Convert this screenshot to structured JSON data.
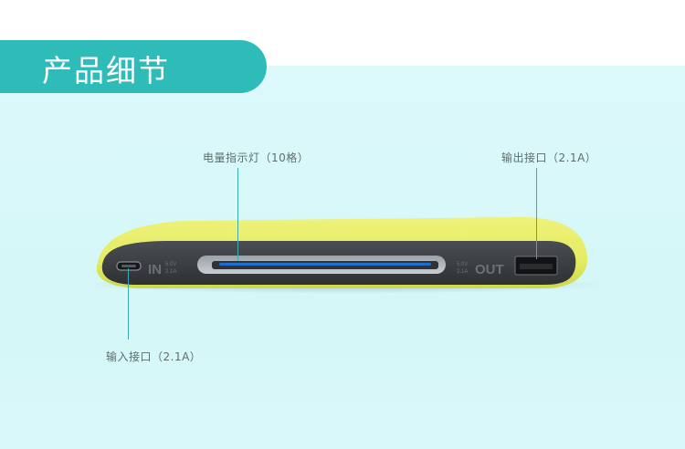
{
  "section_title": "产品细节",
  "callouts": {
    "indicator": "电量指示灯（10格）",
    "output": "输出接口（2.1A）",
    "input": "输入接口（2.1A）"
  },
  "device": {
    "in_label": "IN",
    "in_spec_top": "5.0V",
    "in_spec_bottom": "2.1A",
    "out_label": "OUT",
    "out_spec_top": "5.0V",
    "out_spec_bottom": "2.1A",
    "shell_color": "#e6ee6e",
    "face_color": "#3a3d40",
    "indicator_color": "#1e6fd0"
  }
}
